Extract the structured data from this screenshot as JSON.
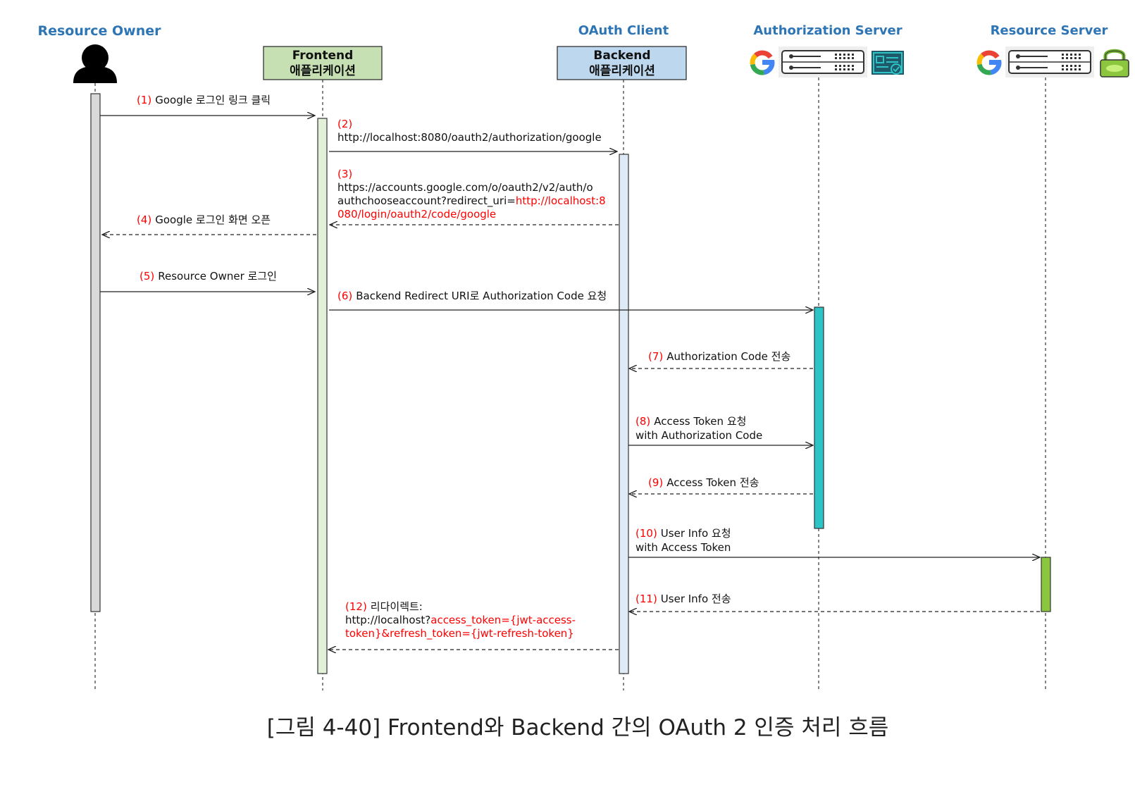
{
  "participants": {
    "resource_owner": "Resource Owner",
    "oauth_client": "OAuth Client",
    "authorization_server": "Authorization Server",
    "resource_server": "Resource Server",
    "frontend_line1": "Frontend",
    "frontend_line2": "애플리케이션",
    "backend_line1": "Backend",
    "backend_line2": "애플리케이션"
  },
  "messages": {
    "m1": {
      "num": "(1)",
      "text": "Google 로그인 링크 클릭"
    },
    "m2": {
      "num": "(2)",
      "line1": "http://localhost:8080/oauth2/authorization/google"
    },
    "m3": {
      "num": "(3)",
      "line1": "https://accounts.google.com/o/oauth2/v2/auth/o",
      "line2a": "authchooseaccount?redirect_uri=",
      "line2b": "http://localhost:8",
      "line3": "080/login/oauth2/code/google"
    },
    "m4": {
      "num": "(4)",
      "text": "Google 로그인 화면 오픈"
    },
    "m5": {
      "num": "(5)",
      "text": "Resource Owner 로그인"
    },
    "m6": {
      "num": "(6)",
      "text": "Backend Redirect URI로 Authorization Code 요청"
    },
    "m7": {
      "num": "(7)",
      "text": "Authorization Code 전송"
    },
    "m8": {
      "num": "(8)",
      "line1": "Access Token 요청",
      "line2": "with Authorization Code"
    },
    "m9": {
      "num": "(9)",
      "text": "Access Token 전송"
    },
    "m10": {
      "num": "(10)",
      "line1": "User Info 요청",
      "line2": "with Access Token"
    },
    "m11": {
      "num": "(11)",
      "text": "User Info 전송"
    },
    "m12": {
      "num": "(12)",
      "line1": "리다이렉트:",
      "line2a": "http://localhost?",
      "line2b": "access_token={jwt-access-",
      "line3": "token}&refresh_token={jwt-refresh-token}"
    }
  },
  "caption": "[그림 4-40] Frontend와 Backend 간의 OAuth 2 인증 처리 흐름",
  "colors": {
    "title_blue": "#2e75b6",
    "frontend_box": "#c6e0b4",
    "backend_box": "#bdd7ee",
    "auth_activation": "#2ec4c6",
    "resource_activation": "#8cc63f",
    "number_red": "#ff0000"
  }
}
